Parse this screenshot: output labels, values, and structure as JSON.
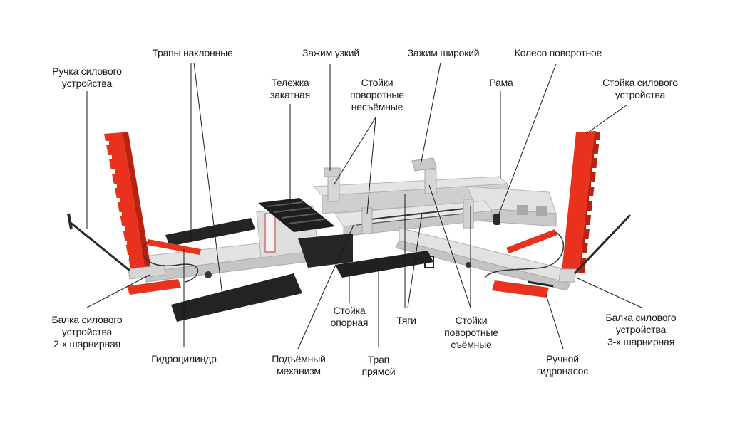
{
  "diagram": {
    "subject": "Car frame straightening bench (stapel) with components",
    "colors": {
      "frame": "#dcdcdc",
      "frame_shadow": "#b9b9b9",
      "tower": "#e8321e",
      "tower_shadow": "#b8220f",
      "ramp": "#222222",
      "leader_line": "#1a1a1a",
      "background": "#ffffff"
    },
    "labels": {
      "handle": "Ручка силового\nустройства",
      "inclined_ramps": "Трапы наклонные",
      "narrow_clamp": "Зажим узкий",
      "wide_clamp": "Зажим широкий",
      "swivel_wheel": "Колесо поворотное",
      "rolling_cart": "Тележка\nзакатная",
      "fixed_posts": "Стойки\nповоротные\nнесъёмные",
      "frame": "Рама",
      "tower": "Стойка силового\nустройства",
      "beam_2hinge": "Балка силового\nустройства\n2-х шарнирная",
      "hydraulic_cylinder": "Гидроцилиндр",
      "lift_mechanism": "Подъёмный\nмеханизм",
      "support_post": "Стойка\nопорная",
      "straight_ramp": "Трап\nпрямой",
      "rods": "Тяги",
      "removable_posts": "Стойки\nповоротные\nсъёмные",
      "hand_pump": "Ручной\nгидронасос",
      "beam_3hinge": "Балка силового\nустройства\n3-х шарнирная"
    }
  }
}
